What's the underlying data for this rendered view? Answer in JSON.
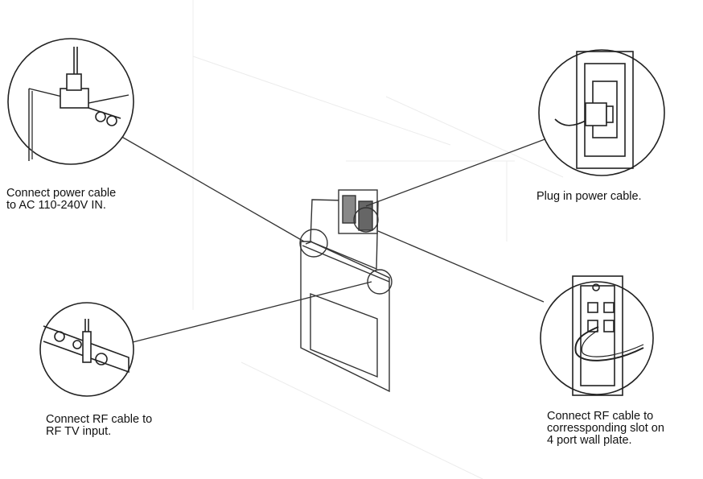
{
  "labels": {
    "power_in": {
      "line1": "Connect power cable",
      "line2": "to AC 110-240V IN."
    },
    "plug": {
      "line1": "Plug in power cable."
    },
    "rf_tv": {
      "line1": "Connect RF cable to",
      "line2": "RF TV input."
    },
    "rf_wall": {
      "line1": "Connect RF cable to",
      "line2": "corressponding slot on",
      "line3": "4 port wall plate."
    }
  },
  "colors": {
    "line": "#333333",
    "background": "#ffffff"
  }
}
